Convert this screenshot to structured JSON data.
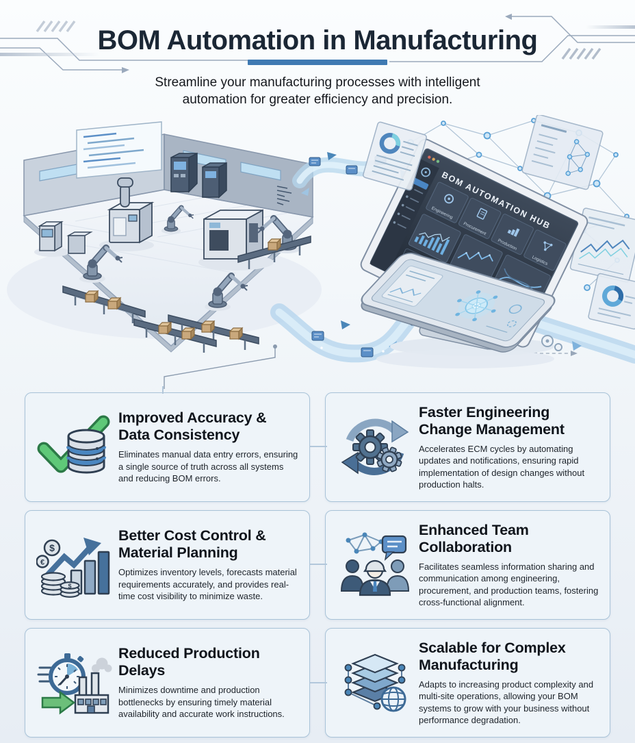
{
  "header": {
    "title": "BOM Automation in Manufacturing",
    "subtitle_line1": "Streamline your manufacturing processes with intelligent",
    "subtitle_line2": "automation for greater efficiency and precision.",
    "accent_color": "#3f7ab2"
  },
  "illustration": {
    "dashboard_title": "BOM Automation Hub",
    "modules": [
      "Engineering",
      "Procurement",
      "Production",
      "Logistics"
    ]
  },
  "cards_icons": {
    "dollar": "$",
    "euro": "€"
  },
  "cards": [
    {
      "icon": "check-database-icon",
      "title": "Improved Accuracy & Data Consistency",
      "body": "Eliminates manual data entry errors, ensuring a single source of truth across all systems and reducing BOM errors."
    },
    {
      "icon": "gears-cycle-icon",
      "title": "Faster Engineering Change Management",
      "body": "Accelerates ECM cycles by automating updates and notifications, ensuring rapid implementation of design changes without production halts."
    },
    {
      "icon": "cost-growth-icon",
      "title": "Better Cost Control & Material Planning",
      "body": "Optimizes inventory levels, forecasts material requirements accurately, and provides real-time cost visibility to minimize waste."
    },
    {
      "icon": "team-collaboration-icon",
      "title": "Enhanced Team Collaboration",
      "body": "Facilitates seamless information sharing and communication among engineering, procurement, and production teams, fostering cross-functional alignment."
    },
    {
      "icon": "stopwatch-factory-icon",
      "title": "Reduced Production Delays",
      "body": "Minimizes downtime and production bottlenecks by ensuring timely material availability and accurate work instructions."
    },
    {
      "icon": "layers-globe-icon",
      "title": "Scalable for Complex Manufacturing",
      "body": "Adapts to increasing product complexity and multi-site operations, allowing your BOM systems to grow with your business without performance degradation."
    }
  ]
}
